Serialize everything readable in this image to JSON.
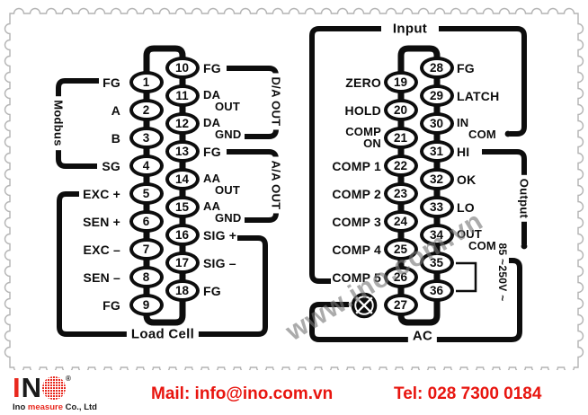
{
  "watermark": {
    "text": "www.ino.com.vn"
  },
  "colors": {
    "accent_red": "#e8150f",
    "logo_red": "#e8281e",
    "diagram_ink": "#0d0d0d",
    "stamp_border": "#b4b4b4",
    "watermark_gray": "#787878"
  },
  "left_diagram": {
    "left_pins": [
      {
        "num": "1",
        "label": "FG"
      },
      {
        "num": "2",
        "label": "A"
      },
      {
        "num": "3",
        "label": "B"
      },
      {
        "num": "4",
        "label": "SG"
      },
      {
        "num": "5",
        "label": "EXC +"
      },
      {
        "num": "6",
        "label": "SEN +"
      },
      {
        "num": "7",
        "label": "EXC –"
      },
      {
        "num": "8",
        "label": "SEN –"
      },
      {
        "num": "9",
        "label": "FG"
      }
    ],
    "right_pins": [
      {
        "num": "10",
        "label": "FG"
      },
      {
        "num": "11",
        "lines": [
          "DA",
          "OUT"
        ]
      },
      {
        "num": "12",
        "lines": [
          "DA",
          "GND"
        ]
      },
      {
        "num": "13",
        "label": "FG"
      },
      {
        "num": "14",
        "lines": [
          "AA",
          "OUT"
        ]
      },
      {
        "num": "15",
        "lines": [
          "AA",
          "GND"
        ]
      },
      {
        "num": "16",
        "label": "SIG +"
      },
      {
        "num": "17",
        "label": "SIG –"
      },
      {
        "num": "18",
        "label": "FG"
      }
    ],
    "bracket_labels": {
      "modbus": "Modbus",
      "da_out": "D/A OUT",
      "aa_out": "A/A OUT",
      "load_cell": "Load Cell"
    }
  },
  "right_diagram": {
    "left_pins": [
      {
        "num": "19",
        "label": "ZERO"
      },
      {
        "num": "20",
        "label": "HOLD"
      },
      {
        "num": "21",
        "lines": [
          "COMP",
          "ON"
        ]
      },
      {
        "num": "22",
        "label": "COMP 1"
      },
      {
        "num": "23",
        "label": "COMP 2"
      },
      {
        "num": "24",
        "label": "COMP 3"
      },
      {
        "num": "25",
        "label": "COMP 4"
      },
      {
        "num": "26",
        "label": "COMP 5"
      },
      {
        "num": "27",
        "icon": "earth-ground"
      }
    ],
    "right_pins": [
      {
        "num": "28",
        "label": "FG"
      },
      {
        "num": "29",
        "label": "LATCH"
      },
      {
        "num": "30",
        "lines": [
          "IN",
          "COM"
        ]
      },
      {
        "num": "31",
        "label": "HI"
      },
      {
        "num": "32",
        "label": "OK"
      },
      {
        "num": "33",
        "label": "LO"
      },
      {
        "num": "34",
        "lines": [
          "OUT",
          "COM"
        ]
      },
      {
        "num": "35"
      },
      {
        "num": "36"
      }
    ],
    "bracket_labels": {
      "input": "Input",
      "output": "Output",
      "voltage": "85 ~250V ~",
      "ac": "AC"
    }
  },
  "footer": {
    "logo": {
      "i": "I",
      "n": "N",
      "registered": "®",
      "subtitle_parts": [
        {
          "text": "Ino ",
          "color": "#1a1a1a"
        },
        {
          "text": "measure",
          "color": "#e8281e"
        },
        {
          "text": " Co., Ltd",
          "color": "#1a1a1a"
        }
      ]
    },
    "mail": "Mail: info@ino.com.vn",
    "tel": "Tel: 028 7300 0184"
  }
}
